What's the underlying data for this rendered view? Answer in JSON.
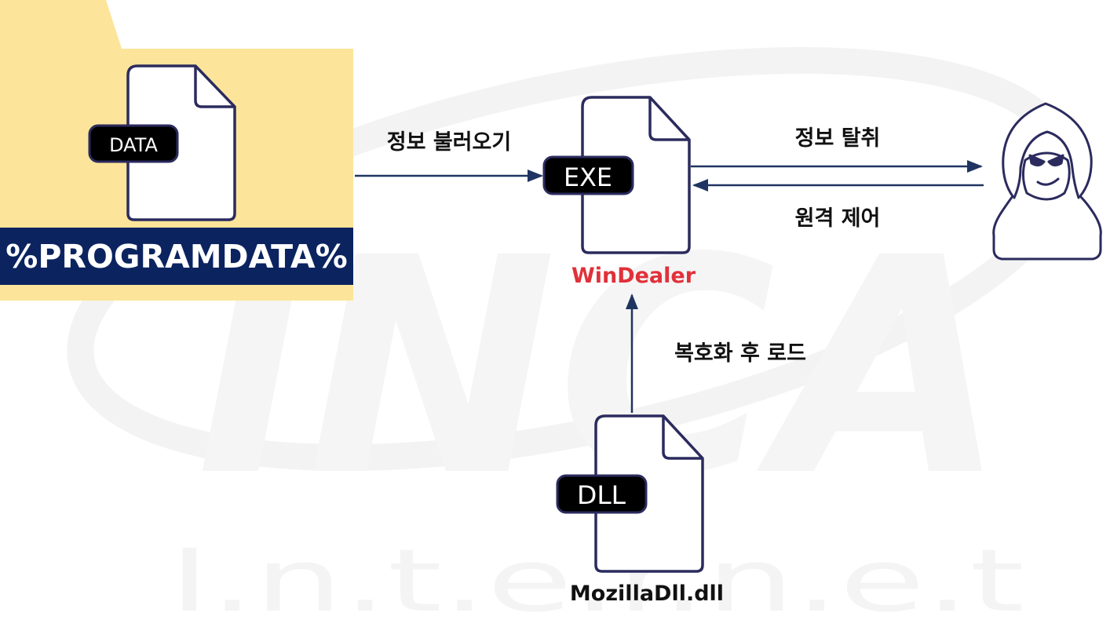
{
  "watermark": {
    "logo": "INCA",
    "tagline": "I.n.t.e.r.n.e.t"
  },
  "folder": {
    "label": "%PROGRAMDATA%"
  },
  "files": {
    "data": {
      "badge": "DATA"
    },
    "exe": {
      "badge": "EXE",
      "caption": "WinDealer"
    },
    "dll": {
      "badge": "DLL",
      "caption": "MozillaDll.dll"
    }
  },
  "arrows": {
    "load_info": "정보 불러오기",
    "exfiltrate": "정보 탈취",
    "remote_control": "원격 제어",
    "decrypt_load": "복호화 후 로드"
  },
  "icons": {
    "attacker": "hooded-hacker-icon",
    "file": "document-icon"
  },
  "colors": {
    "folder_fill": "#FCE59A",
    "folder_band": "#0B2460",
    "file_stroke": "#2B2B5E",
    "badge_fill": "#000000",
    "arrow": "#1F3461",
    "caption_accent": "#E0313A",
    "watermark": "#F4F4F4"
  }
}
